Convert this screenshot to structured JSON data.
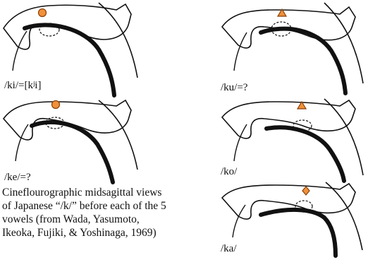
{
  "panels": {
    "ki": {
      "label": "/ki/=[kʲi]",
      "marker": "circle"
    },
    "ke": {
      "label": "/ke/=?",
      "marker": "circle"
    },
    "ku": {
      "label": "/ku/=?",
      "marker": "triangle"
    },
    "ko": {
      "label": "/ko/",
      "marker": "triangle"
    },
    "ka": {
      "label": "/ka/",
      "marker": "diamond"
    }
  },
  "caption": {
    "line1": "Cineflourographic midsagittal views",
    "line2": "of Japanese “/k/” before each of the 5",
    "line3": "vowels (from Wada, Yasumoto,",
    "line4": "Ikeoka, Fujiki, & Yoshinaga, 1969)"
  },
  "colors": {
    "marker_fill": "#f0913a",
    "marker_stroke": "#8a3f08",
    "ink": "#111111"
  }
}
